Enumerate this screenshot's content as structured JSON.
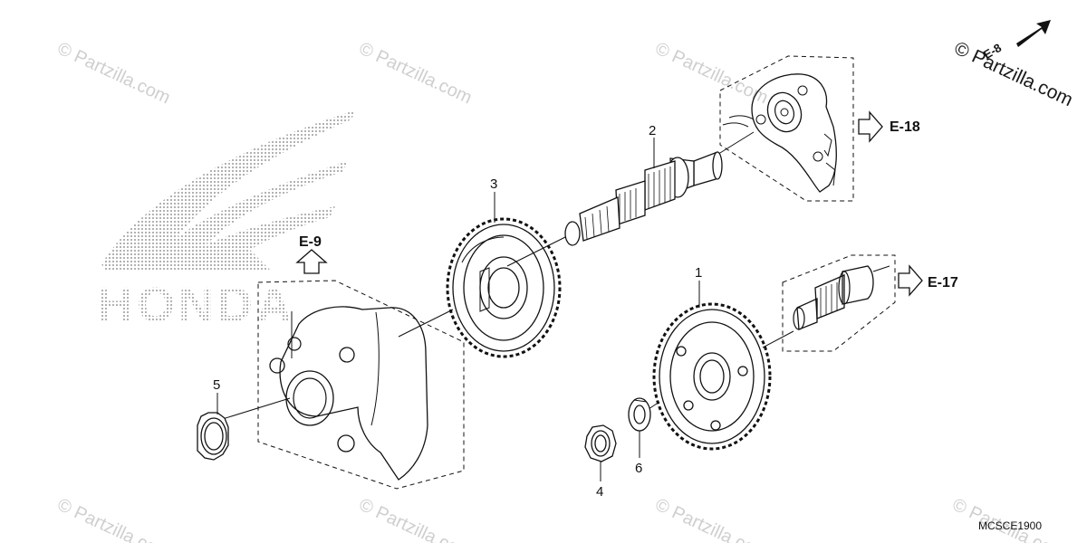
{
  "watermark": {
    "copyright_symbol": "©",
    "text": "Partzilla.com"
  },
  "brand": {
    "logo_text": "HONDA"
  },
  "references": {
    "e9": "E-9",
    "e18": "E-18",
    "e17": "E-17",
    "corner_arrow": "E-8"
  },
  "callouts": {
    "part1": "1",
    "part2": "2",
    "part3": "3",
    "part4": "4",
    "part5": "5",
    "part6": "6"
  },
  "diagram_code": "MCSCE1900",
  "colors": {
    "ink": "#111111",
    "watermark": "#cfcfcf",
    "background": "#ffffff"
  }
}
